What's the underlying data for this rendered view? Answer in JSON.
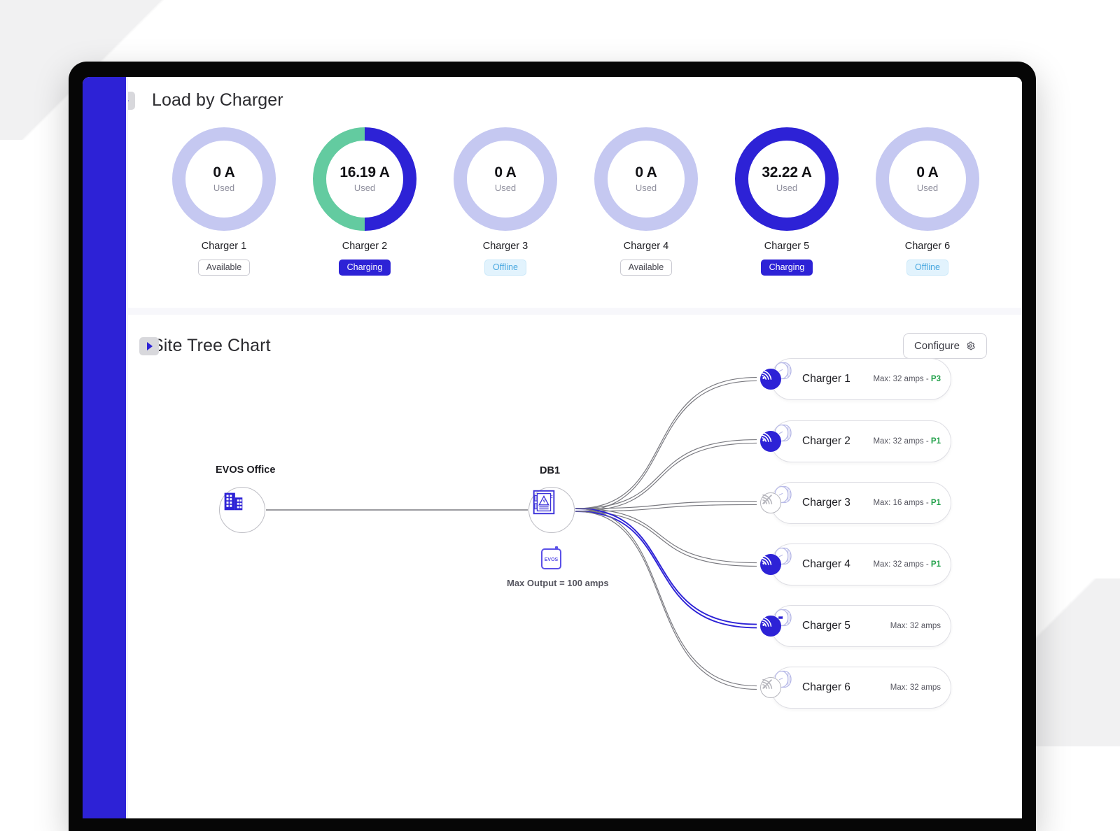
{
  "load_panel": {
    "title": "Load by Charger",
    "toggle_icon": "triangle-right-icon",
    "unit_suffix": "Used",
    "chargers": [
      {
        "name": "Charger 1",
        "value": "0 A",
        "sub": "Used",
        "status": "Available",
        "status_kind": "available",
        "used_pct": 0,
        "ring_bg": "#c5c8f1",
        "ring_fg": "#c5c8f1"
      },
      {
        "name": "Charger 2",
        "value": "16.19 A",
        "sub": "Used",
        "status": "Charging",
        "status_kind": "charging",
        "used_pct": 50,
        "ring_bg": "#2d22d6",
        "ring_fg": "#63cba0"
      },
      {
        "name": "Charger 3",
        "value": "0 A",
        "sub": "Used",
        "status": "Offline",
        "status_kind": "offline",
        "used_pct": 0,
        "ring_bg": "#c5c8f1",
        "ring_fg": "#c5c8f1"
      },
      {
        "name": "Charger 4",
        "value": "0 A",
        "sub": "Used",
        "status": "Available",
        "status_kind": "available",
        "used_pct": 0,
        "ring_bg": "#c5c8f1",
        "ring_fg": "#c5c8f1"
      },
      {
        "name": "Charger 5",
        "value": "32.22 A",
        "sub": "Used",
        "status": "Charging",
        "status_kind": "charging",
        "used_pct": 100,
        "ring_bg": "#2d22d6",
        "ring_fg": "#2d22d6"
      },
      {
        "name": "Charger 6",
        "value": "0 A",
        "sub": "Used",
        "status": "Offline",
        "status_kind": "offline",
        "used_pct": 0,
        "ring_bg": "#c5c8f1",
        "ring_fg": "#c5c8f1"
      }
    ]
  },
  "tree_panel": {
    "title": "Site Tree Chart",
    "toggle_icon": "triangle-right-icon",
    "configure_label": "Configure",
    "configure_icon": "gear-icon",
    "site": {
      "label": "EVOS Office",
      "icon": "building-icon"
    },
    "board": {
      "label": "DB1",
      "icon": "distribution-board-icon",
      "device_icon": "evos-device-icon",
      "device_icon_text": "EVOS",
      "caption": "Max Output = 100 amps"
    },
    "chargers": [
      {
        "name": "Charger 1",
        "max": "Max: 32 amps",
        "sep": " - ",
        "phase": "P3",
        "online": true,
        "icon": "ev-charger-icon",
        "signal_icon": "signal-icon",
        "edge_color": "#7a7a80"
      },
      {
        "name": "Charger 2",
        "max": "Max: 32 amps",
        "sep": " - ",
        "phase": "P1",
        "online": true,
        "icon": "ev-charger-icon",
        "signal_icon": "signal-icon",
        "edge_color": "#7a7a80"
      },
      {
        "name": "Charger 3",
        "max": "Max: 16 amps",
        "sep": " - ",
        "phase": "P1",
        "online": false,
        "icon": "ev-charger-icon",
        "signal_icon": "signal-off-icon",
        "edge_color": "#7a7a80"
      },
      {
        "name": "Charger 4",
        "max": "Max: 32 amps",
        "sep": " - ",
        "phase": "P1",
        "online": true,
        "icon": "ev-charger-icon",
        "signal_icon": "signal-icon",
        "edge_color": "#7a7a80"
      },
      {
        "name": "Charger 5",
        "max": "Max: 32 amps",
        "sep": "",
        "phase": "",
        "online": true,
        "icon": "ev-charger-icon",
        "signal_icon": "signal-icon",
        "edge_color": "#2d22d6"
      },
      {
        "name": "Charger 6",
        "max": "Max: 32 amps",
        "sep": "",
        "phase": "",
        "online": false,
        "icon": "ev-charger-icon",
        "signal_icon": "signal-off-icon",
        "edge_color": "#7a7a80"
      }
    ]
  },
  "colors": {
    "brand_blue": "#2d22d6",
    "ring_idle": "#c5c8f1",
    "ring_used_green": "#63cba0",
    "status_offline_text": "#4aa8e0",
    "phase_green": "#22a14a"
  }
}
